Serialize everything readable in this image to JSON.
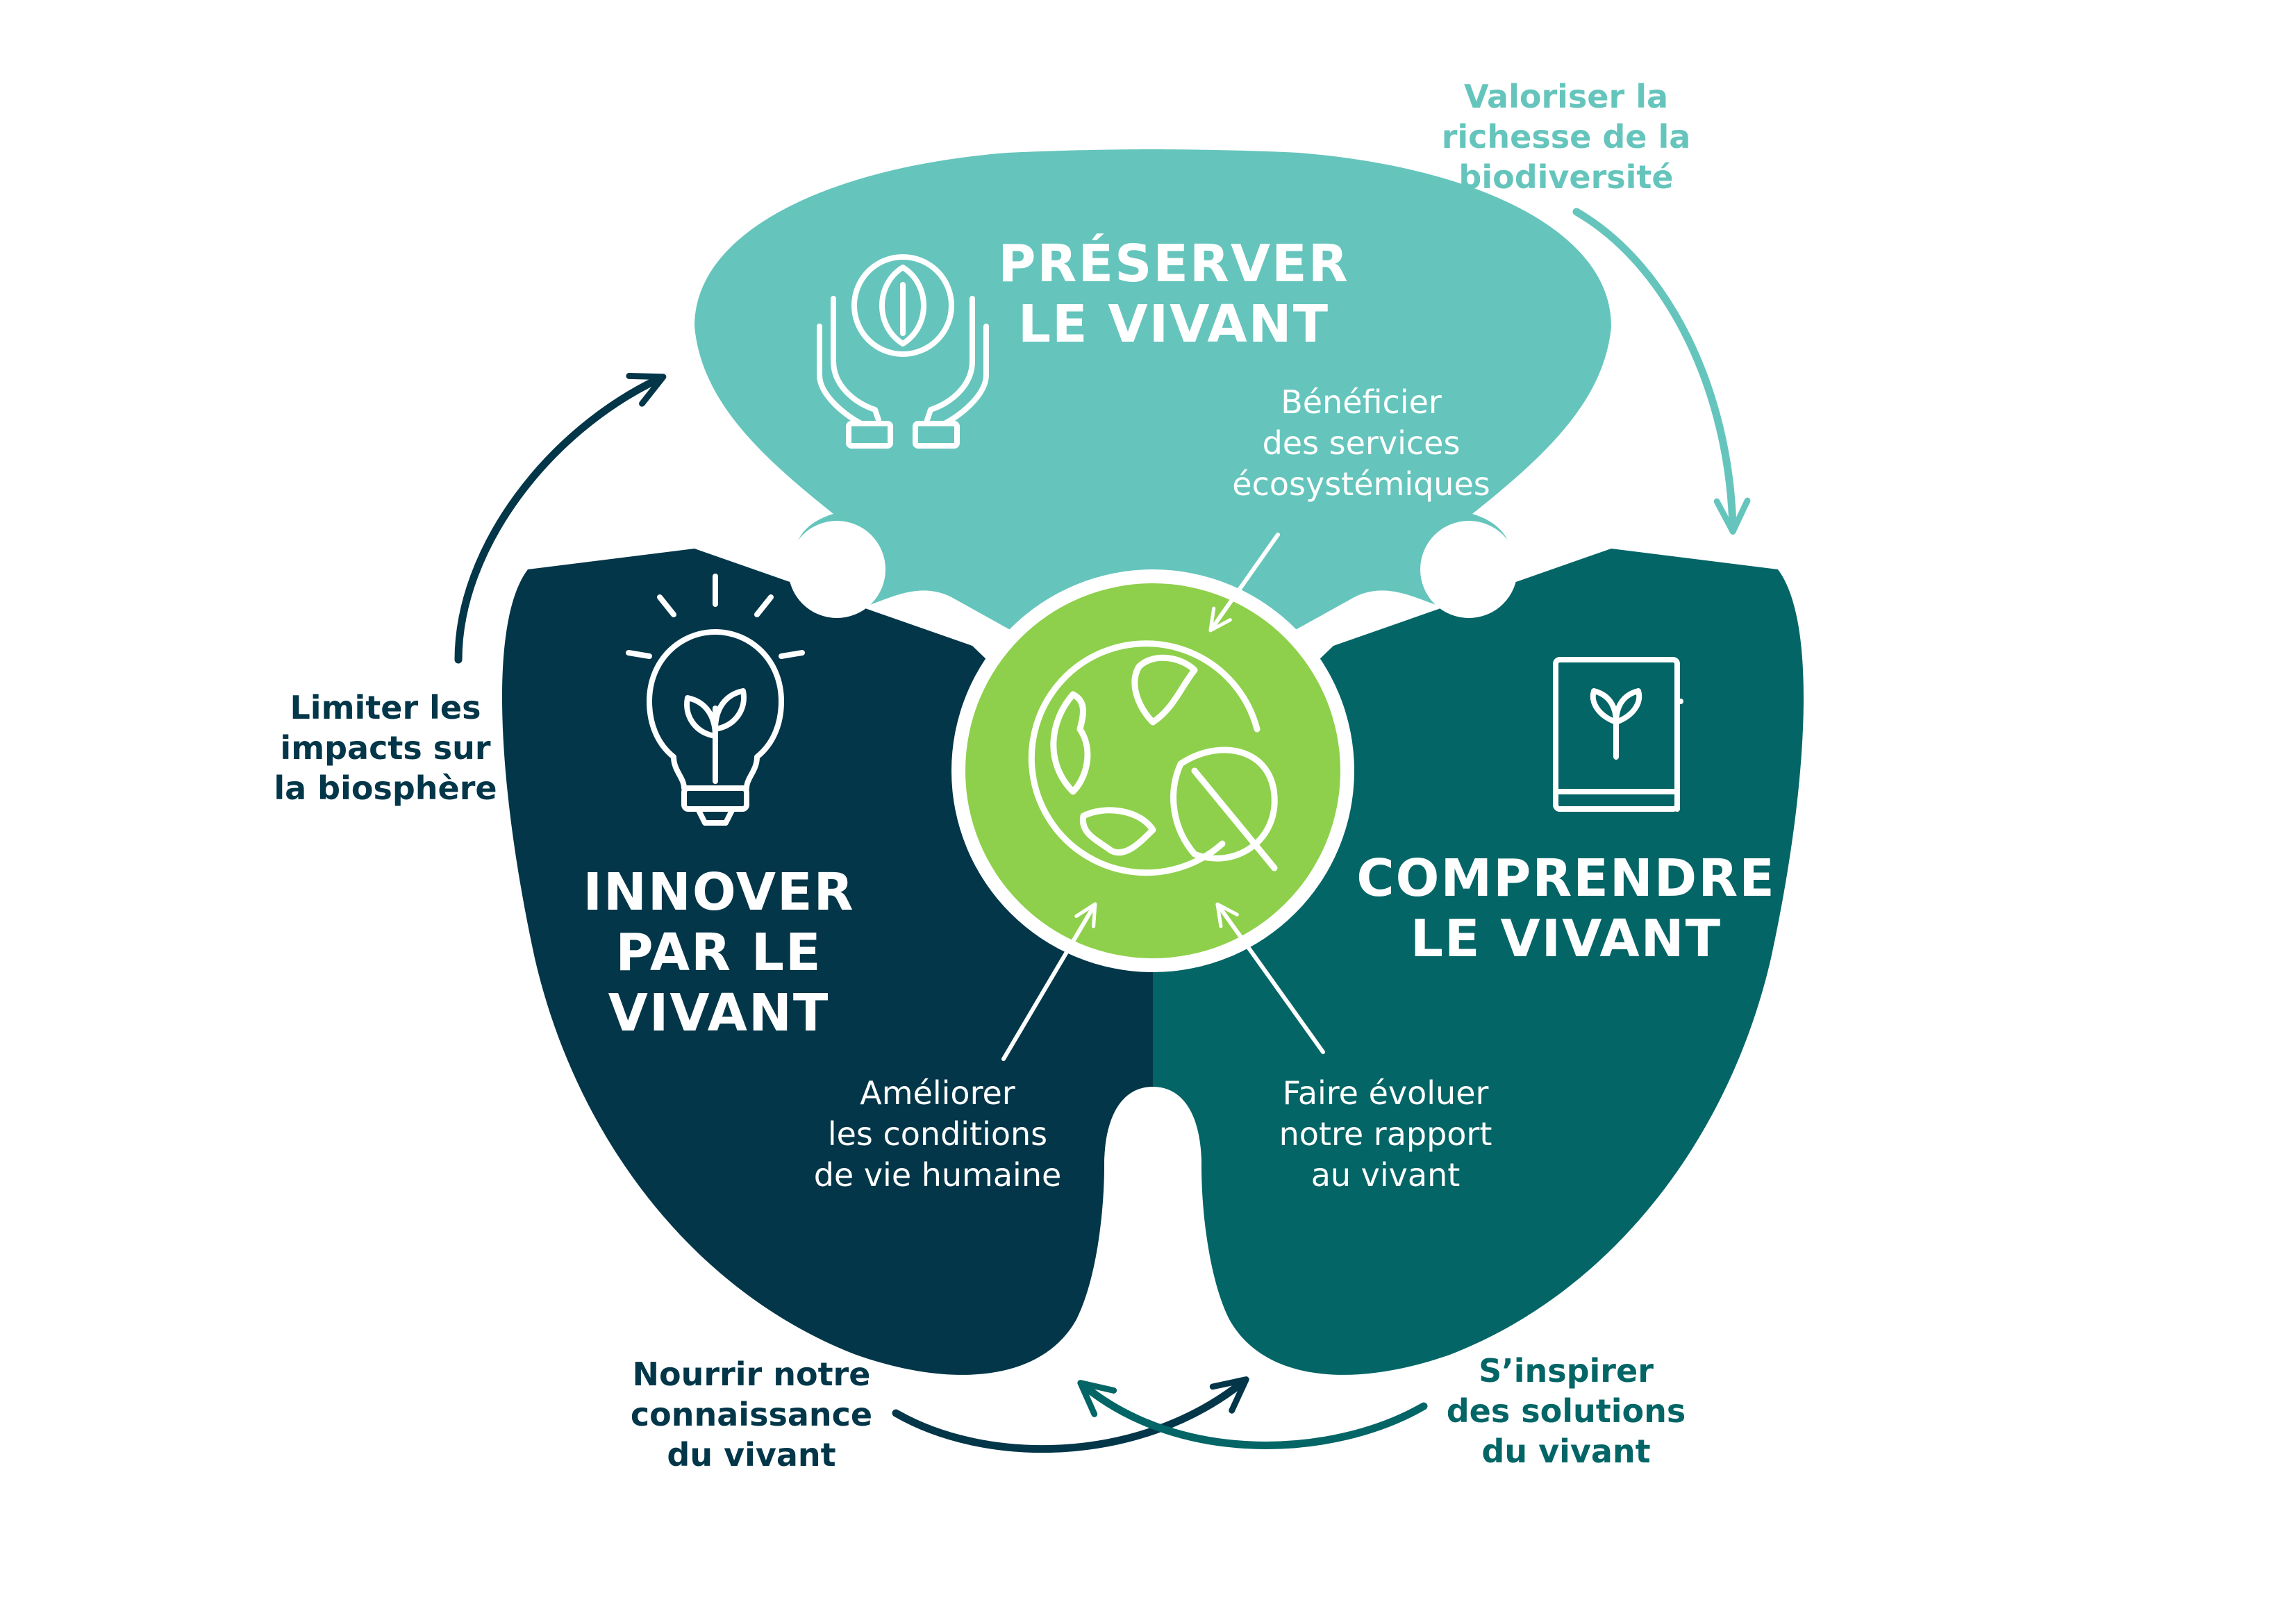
{
  "colors": {
    "background": "#ffffff",
    "preserver": "#65c5bc",
    "innover": "#023648",
    "comprendre": "#036566",
    "center": "#8ed04b",
    "white": "#ffffff"
  },
  "sections": {
    "preserver": {
      "title_line1": "PRÉSERVER",
      "title_line2": "LE VIVANT",
      "icon": "hands-holding-leaf-icon"
    },
    "innover": {
      "title_line1": "INNOVER",
      "title_line2": "PAR LE",
      "title_line3": "VIVANT",
      "icon": "lightbulb-sprout-icon"
    },
    "comprendre": {
      "title_line1": "COMPRENDRE",
      "title_line2": "LE VIVANT",
      "icon": "book-sprout-icon"
    }
  },
  "center": {
    "icon": "globe-leaf-icon"
  },
  "inner_flows": {
    "beneficier": {
      "line1": "Bénéficier",
      "line2": "des services",
      "line3": "écosystémiques"
    },
    "ameliorer": {
      "line1": "Améliorer",
      "line2": "les conditions",
      "line3": "de vie humaine"
    },
    "faire_evoluer": {
      "line1": "Faire évoluer",
      "line2": "notre rapport",
      "line3": "au vivant"
    }
  },
  "outer_flows": {
    "valoriser": {
      "line1": "Valoriser la",
      "line2": "richesse de la",
      "line3": "biodiversité"
    },
    "limiter": {
      "line1": "Limiter les",
      "line2": "impacts sur",
      "line3": "la biosphère"
    },
    "nourrir": {
      "line1": "Nourrir notre",
      "line2": "connaissance",
      "line3": "du vivant"
    },
    "inspirer": {
      "line1": "S’inspirer",
      "line2": "des solutions",
      "line3": "du vivant"
    }
  }
}
